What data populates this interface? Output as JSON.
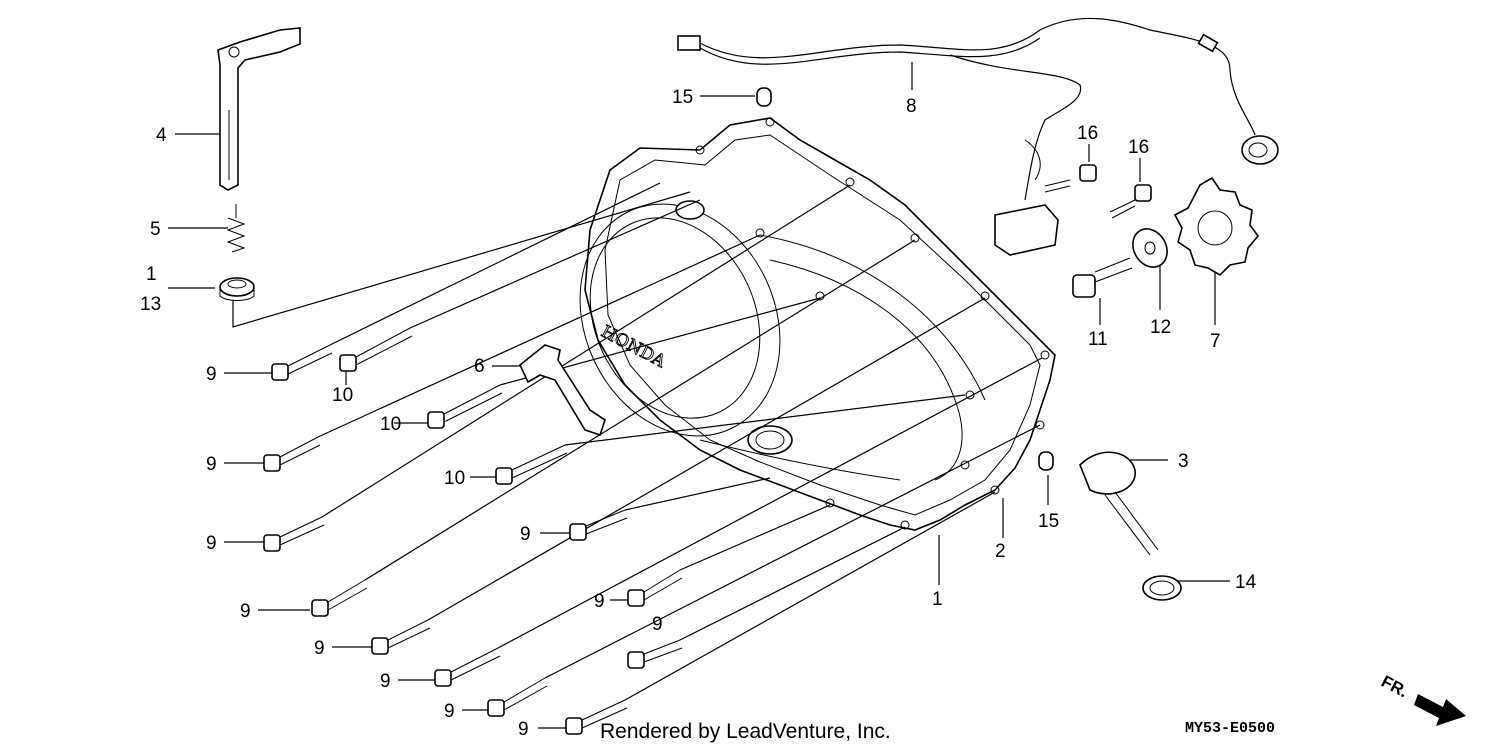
{
  "diagram": {
    "credit": "Rendered by LeadVenture, Inc.",
    "diagram_code": "MY53-E0500",
    "direction_label": "FR.",
    "emboss_text": "HONDA",
    "callouts": [
      "1",
      "2",
      "3",
      "4",
      "5",
      "6",
      "7",
      "8",
      "9",
      "10",
      "11",
      "12",
      "13",
      "14",
      "15",
      "16"
    ]
  }
}
